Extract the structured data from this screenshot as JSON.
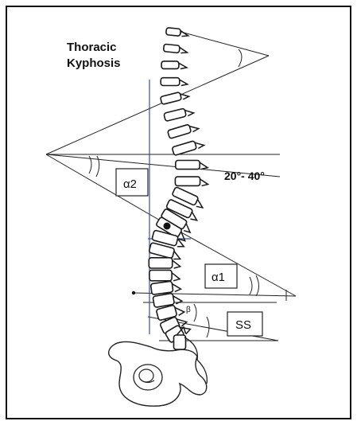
{
  "title": {
    "line1": "Thoracic",
    "line2": "Kyphosis"
  },
  "angle_range": "20°- 40°",
  "labels": {
    "alpha2": "α2",
    "alpha1": "α1",
    "ss": "SS",
    "beta": "β"
  },
  "colors": {
    "frame": "#111111",
    "lines": "#222222",
    "plumb_line": "#3a4f9a",
    "vertebra": "#1a1a1a"
  }
}
